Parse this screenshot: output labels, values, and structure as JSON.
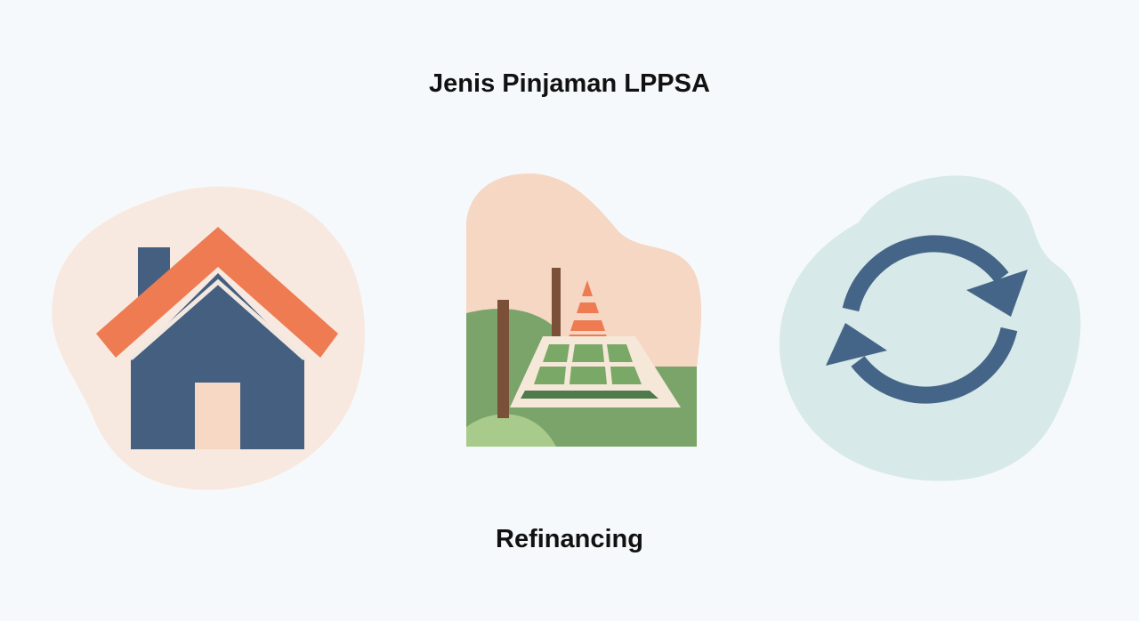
{
  "header": {
    "title": "Jenis Pinjaman LPPSA"
  },
  "items": [
    {
      "name": "house-purchase",
      "icon": "house-icon",
      "colors": {
        "blob": "#f8e9e0",
        "walls": "#445f80",
        "roof": "#ee7b52",
        "door": "#f6d8c4",
        "trim": "#f3e8e0"
      }
    },
    {
      "name": "land-construction",
      "icon": "construction-site-icon",
      "colors": {
        "blob": "#f5d7c4",
        "field": "#7ba46a",
        "hill_light": "#a8cb8c",
        "post": "#7a5039",
        "cone": "#ee7b52",
        "slab": "#f6e8d8",
        "tile": "#7aa867",
        "dark_strip": "#4f7a4c"
      }
    },
    {
      "name": "refinancing",
      "icon": "refresh-cycle-icon",
      "colors": {
        "blob": "#d7e9e8",
        "arrows": "#456588"
      }
    }
  ],
  "footer": {
    "caption": "Refinancing"
  }
}
